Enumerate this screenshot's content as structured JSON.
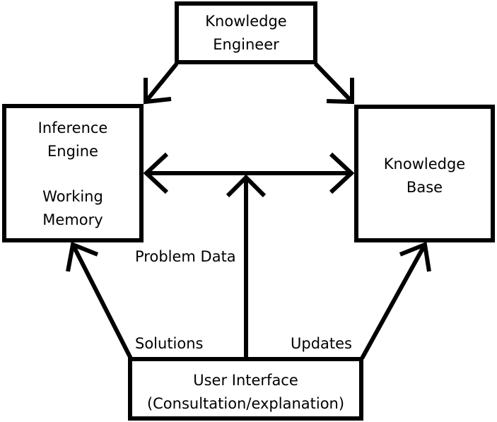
{
  "boxes": {
    "knowledge_engineer": {
      "line1": "Knowledge",
      "line2": "Engineer"
    },
    "inference_engine": {
      "line1": "Inference",
      "line2": "Engine",
      "line3": "Working",
      "line4": "Memory"
    },
    "knowledge_base": {
      "line1": "Knowledge",
      "line2": "Base"
    },
    "user_interface": {
      "line1": "User Interface",
      "line2": "(Consultation/explanation)"
    }
  },
  "labels": {
    "problem_data": "Problem Data",
    "solutions": "Solutions",
    "updates": "Updates"
  },
  "colors": {
    "stroke": "#000000",
    "background": "#ffffff"
  }
}
